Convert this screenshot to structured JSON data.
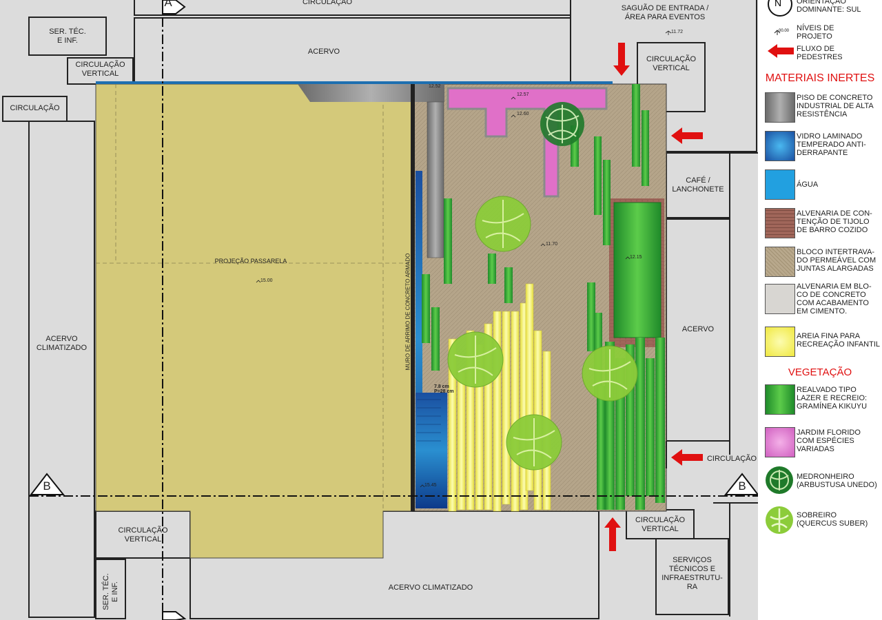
{
  "rooms": {
    "circulacao_top": "CIRCULAÇÃO",
    "ser_tec_top": "SER. TÉC.\nE INF.",
    "circ_vertical_nw": "CIRCULAÇÃO\nVERTICAL",
    "circulacao_left": "CIRCULAÇÃO",
    "acervo_top": "ACERVO",
    "saguao": "SAGUÃO DE ENTRADA /\nÁREA PARA EVENTOS",
    "circ_vertical_ne": "CIRCULAÇÃO\nVERTICAL",
    "cafe": "CAFÉ /\nLANCHONETE",
    "acervo_right": "ACERVO",
    "acervo_climatizado_left": "ACERVO\nCLIMATIZADO",
    "projecao_passarela": "PROJEÇÃO PASSARELA",
    "muro": "MURO DE ARRIMO DE CONCRETO ARMADO",
    "circulacao_right": "CIRCULAÇÃO",
    "circ_vertical_sw": "CIRCULAÇÃO\nVERTICAL",
    "circ_vertical_se": "CIRCULAÇÃO\nVERTICAL",
    "ser_tec_bottom": "SER. TÉC.\nE INF.",
    "acervo_climatizado_bottom": "ACERVO CLIMATIZADO",
    "servicos": "SERVIÇOS\nTÉCNICOS E\nINFRAESTRUTU-\nRA"
  },
  "levels": {
    "l1172": "11.72",
    "l1257": "12.57",
    "l1252": "12.52",
    "l1260": "12.60",
    "l1170": "11.70",
    "l1215": "12.15",
    "l1500": "15.00",
    "l1545": "15.45",
    "step_note": "7.8 cm\nP=28 cm"
  },
  "section_marks": {
    "a": "A",
    "b": "B"
  },
  "legend": {
    "orientacao": "ORIENTAÇÃO\nDOMINANTE: SUL",
    "north_letter": "N",
    "niveis": "NÍVEIS DE\nPROJETO",
    "niveis_sample": "00.00",
    "fluxo": "FLUXO DE\nPEDESTRES",
    "materiais_title": "MATERIAIS INERTES",
    "materials": [
      {
        "label": "PISO DE CONCRETO\nINDUSTRIAL DE ALTA\nRESISTÊNCIA",
        "color": "#8a8a8a"
      },
      {
        "label": "VIDRO LAMINADO\nTEMPERADO ANTI-\nDERRAPANTE",
        "color": "#1e6fb0"
      },
      {
        "label": "ÁGUA",
        "color": "#22a0e0"
      },
      {
        "label": "ALVENARIA DE CON-\nTENÇÃO DE TIJOLO\nDE BARRO COZIDO",
        "color": "#a06a5a"
      },
      {
        "label": "BLOCO INTERTRAVA-\nDO PERMEÁVEL COM\nJUNTAS ALARGADAS",
        "color": "#b8a88c"
      },
      {
        "label": "ALVENARIA EM BLO-\nCO DE CONCRETO\nCOM ACABAMENTO\nEM CIMENTO.",
        "color": "#d8d6d2"
      },
      {
        "label": "AREIA FINA PARA\nRECREAÇÃO INFANTIL",
        "color": "#f4f070"
      }
    ],
    "vegetacao_title": "VEGETAÇÃO",
    "vegetation": [
      {
        "label": "REALVADO TIPO\nLAZER E RECREIO:\nGRAMÍNEA KIKUYU",
        "color": "#2faa3a"
      },
      {
        "label": "JARDIM FLORIDO\nCOM ESPÉCIES\nVARIADAS",
        "color": "#e070c8"
      },
      {
        "label": "MEDRONHEIRO\n(ARBUSTUSA UNEDO)",
        "color": "#1f7a2a"
      },
      {
        "label": "SOBREIRO\n(QUERCUS SUBER)",
        "color": "#8ccc3a"
      }
    ]
  },
  "colors": {
    "background": "#dcdcdc",
    "room_fill": "#dcdcdc",
    "wall": "#222222",
    "yellow_area": "#d4c97a",
    "paving": "#b5a58a",
    "grass": "#2faa3a",
    "flower": "#e070c8",
    "sand": "#f4f070",
    "glass": "#1e6fb0",
    "arrow": "#e01010"
  }
}
